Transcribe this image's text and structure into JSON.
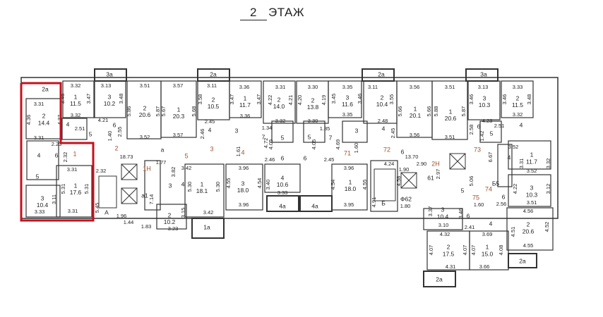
{
  "title": {
    "floor_number": "2",
    "floor_word": "ЭТАЖ"
  },
  "highlight_color": "#c8101c",
  "labels": [
    "2а",
    "3.31",
    "4.36",
    "2",
    "14.4",
    "4.37",
    "3.31",
    "2.23",
    "4",
    "6",
    "2.32",
    "5",
    "3",
    "10.4",
    "3.11",
    "3.33",
    "3.31",
    "1",
    "17.6",
    "5.31",
    "5.31",
    "3.31",
    "1",
    "2.32",
    "5.45",
    "А",
    "18.73",
    "1Н",
    "а1",
    "7.14",
    "1.96",
    "1.44",
    "1.83",
    "3.32",
    "1",
    "11.5",
    "3.46",
    "3.47",
    "3.32",
    "4",
    "2.51",
    "5",
    "6",
    "4.21",
    "1.40",
    "2.55",
    "3а",
    "3.13",
    "3",
    "10.2",
    "3.48",
    "3.51",
    "2",
    "20.6",
    "5.86",
    "5.87",
    "3.52",
    "2",
    "3.57",
    "1",
    "20.3",
    "5.67",
    "5.68",
    "3.57",
    "2а",
    "3.11",
    "2",
    "10.5",
    "3.58",
    "2.45",
    "4",
    "2.46",
    "3",
    "4.72",
    "3",
    "а",
    "3.36",
    "1",
    "11.7",
    "3.47",
    "3.47",
    "3.36",
    "3.31",
    "2",
    "14.0",
    "4.22",
    "4.21",
    "3.32",
    "1.34",
    "7",
    "5",
    "4.05",
    "1.61",
    "4",
    "2.46",
    "6",
    "1.77",
    "3.82",
    "3",
    "4",
    "2",
    "10.2",
    "3.15",
    "3.23",
    "5",
    "3.42",
    "1",
    "18.1",
    "5.30",
    "5.30",
    "3.42",
    "1а",
    "3.96",
    "3",
    "18.0",
    "4.55",
    "4.54",
    "3.96",
    "3.40",
    "4",
    "10.6",
    "3.33",
    "4а",
    "3.30",
    "2",
    "13.8",
    "4.20",
    "4.19",
    "3.30",
    "1.35",
    "5",
    "7",
    "4.05",
    "4.69",
    "3.35",
    "3",
    "11.6",
    "3.45",
    "3.46",
    "3.35",
    "2а",
    "3.11",
    "2",
    "10.4",
    "3.55",
    "2.48",
    "3",
    "4",
    "2.45",
    "3.56",
    "1",
    "20.1",
    "5.66",
    "5.66",
    "3.56",
    "72",
    "6",
    "13.70",
    "71",
    "1.60",
    "6",
    "2.45",
    "3.96",
    "1",
    "18.0",
    "4.54",
    "4.55",
    "3.95",
    "4.24",
    "1.90",
    "4.58",
    "Б",
    "4.91",
    "Ф62",
    "1.80",
    "4а",
    "3.51",
    "1",
    "20.6",
    "5.88",
    "5.87",
    "3.51",
    "3а",
    "3.13",
    "3",
    "10.3",
    "3.46",
    "4.23",
    "6",
    "2.51",
    "5",
    "2.58",
    "1.42",
    "3.33",
    "2",
    "11.5",
    "3.46",
    "3.48",
    "3.32",
    "4",
    "73",
    "3.52",
    "2.90",
    "2Н",
    "2.97",
    "61",
    "6.67",
    "4",
    "1",
    "11.7",
    "3.31",
    "3.32",
    "3.52",
    "5.06",
    "Б5",
    "5",
    "74",
    "75",
    "1.60",
    "6",
    "2.56",
    "4.22",
    "3",
    "10.3",
    "3.12",
    "3.51",
    "3.37",
    "3",
    "10.4",
    "3.46",
    "6",
    "4",
    "3.10",
    "2.41",
    "4.56",
    "2",
    "20.6",
    "4.51",
    "4.52",
    "4.55",
    "4.32",
    "2",
    "17.5",
    "4.07",
    "4.07",
    "4.31",
    "3.69",
    "1",
    "15.0",
    "4.07",
    "4.08",
    "3.66",
    "2а",
    "2а",
    "3а",
    "2а",
    "2а"
  ]
}
